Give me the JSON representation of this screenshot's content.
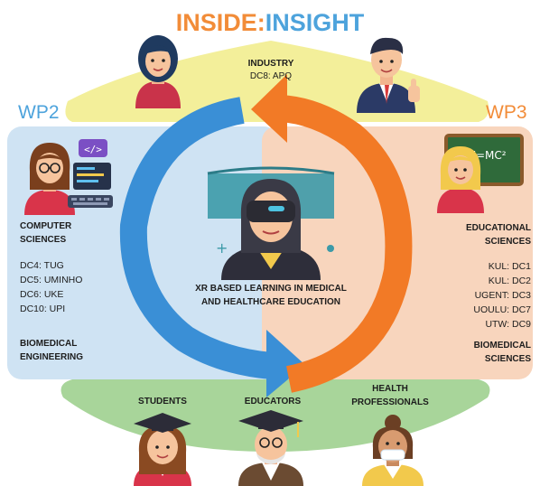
{
  "title": {
    "part1": "INSIDE:",
    "part2": "INSIGHT"
  },
  "industry": {
    "heading": "INDUSTRY",
    "partner": "DC8:  APQ"
  },
  "wp2": {
    "label": "WP2",
    "domain1": [
      "COMPUTER",
      "SCIENCES"
    ],
    "partners": [
      "DC4:   TUG",
      "DC5:   UMINHO",
      "DC6:   UKE",
      "DC10: UPI"
    ],
    "domain2": [
      "BIOMEDICAL",
      "ENGINEERING"
    ]
  },
  "wp3": {
    "label": "WP3",
    "domain1": [
      "EDUCATIONAL",
      "SCIENCES"
    ],
    "partners": [
      "KUL: DC1",
      "KUL: DC2",
      "UGENT: DC3",
      "UOULU: DC7",
      "UTW: DC9"
    ],
    "domain2": [
      "BIOMEDICAL",
      "SCIENCES"
    ]
  },
  "center": {
    "lines": [
      "XR BASED LEARNING IN MEDICAL",
      "AND HEALTHCARE EDUCATION"
    ]
  },
  "bottom": {
    "students": "STUDENTS",
    "educators": "EDUCATORS",
    "health": [
      "HEALTH",
      "PROFESSIONALS"
    ]
  },
  "blackboard": {
    "formula": "E=MC²"
  },
  "code_tag": "</>",
  "colors": {
    "blue_panel": "#cfe3f3",
    "peach_panel": "#f8d5bd",
    "yellow_band": "#f3ef9a",
    "green_band": "#a8d59a",
    "blue_arrow": "#3a8fd6",
    "orange_arrow": "#f27a26",
    "title_orange": "#f28c38",
    "title_blue": "#4da3dc"
  }
}
